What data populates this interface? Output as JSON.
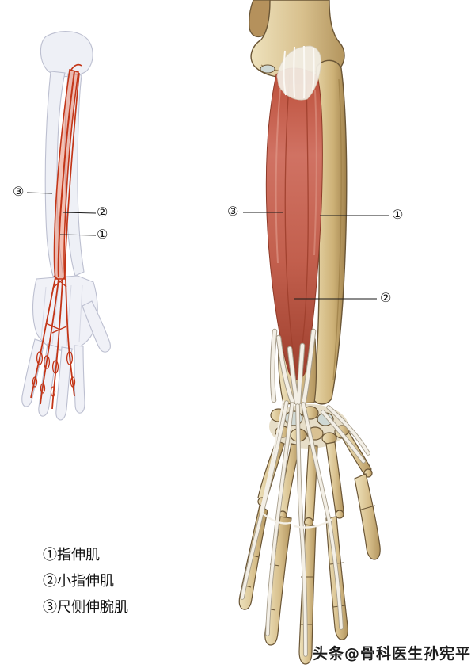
{
  "small_diagram": {
    "labels": {
      "l1": "①",
      "l2": "②",
      "l3": "③"
    }
  },
  "large_diagram": {
    "labels": {
      "l1": "①",
      "l2": "②",
      "l3": "③"
    }
  },
  "legend": {
    "items": [
      {
        "label": "①指伸肌"
      },
      {
        "label": "②小指伸肌"
      },
      {
        "label": "③尺侧伸腕肌"
      }
    ]
  },
  "watermark": {
    "text": "头条@骨科医生孙宪平"
  },
  "colors": {
    "muscle_red": "#c75a45",
    "bone_tan": "#d8c08d",
    "tendon_white": "#f3efe6",
    "schematic_red": "#c33517",
    "schematic_bone": "#eef0f6",
    "label_black": "#1a1a1a"
  }
}
